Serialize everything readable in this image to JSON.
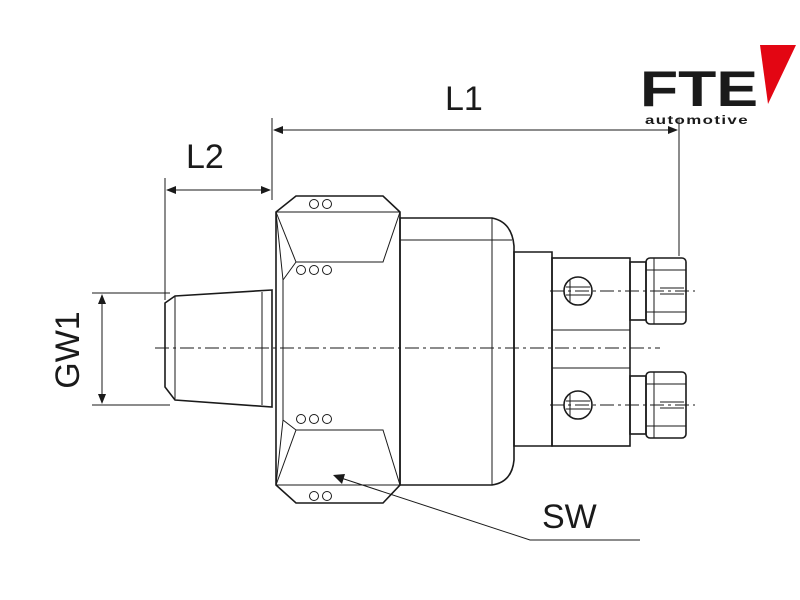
{
  "logo": {
    "brand": "FTE",
    "tagline": "automotive",
    "accent_color": "#e30613"
  },
  "dimensions": {
    "L1": "L1",
    "L2": "L2",
    "GW1": "GW1",
    "SW": "SW"
  },
  "colors": {
    "line": "#1a1a1a",
    "body_fill": "#f2f2f2",
    "background": "#ffffff"
  }
}
